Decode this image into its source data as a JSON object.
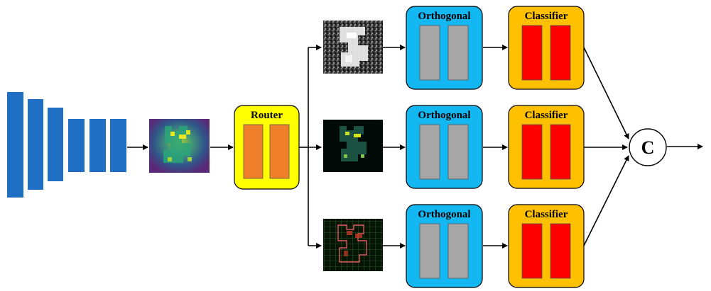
{
  "router": {
    "label": "Router"
  },
  "branches": [
    {
      "orthogonal_label": "Orthogonal",
      "classifier_label": "Classifier"
    },
    {
      "orthogonal_label": "Orthogonal",
      "classifier_label": "Classifier"
    },
    {
      "orthogonal_label": "Orthogonal",
      "classifier_label": "Classifier"
    }
  ],
  "concat": {
    "label": "C"
  },
  "colors": {
    "encoder": "#1f6fc5",
    "router_box": "#ffff00",
    "router_bar": "#f07f2b",
    "orthogonal_box": "#13b7f2",
    "orthogonal_bar": "#a6a6a6",
    "classifier_box": "#ffc000",
    "classifier_bar": "#ff0000"
  },
  "icons": {
    "feature_map": "heatmap-image",
    "branch_maps": [
      "grayscale-map-image",
      "green-heatmap-image",
      "grid-overlay-map-image"
    ]
  }
}
